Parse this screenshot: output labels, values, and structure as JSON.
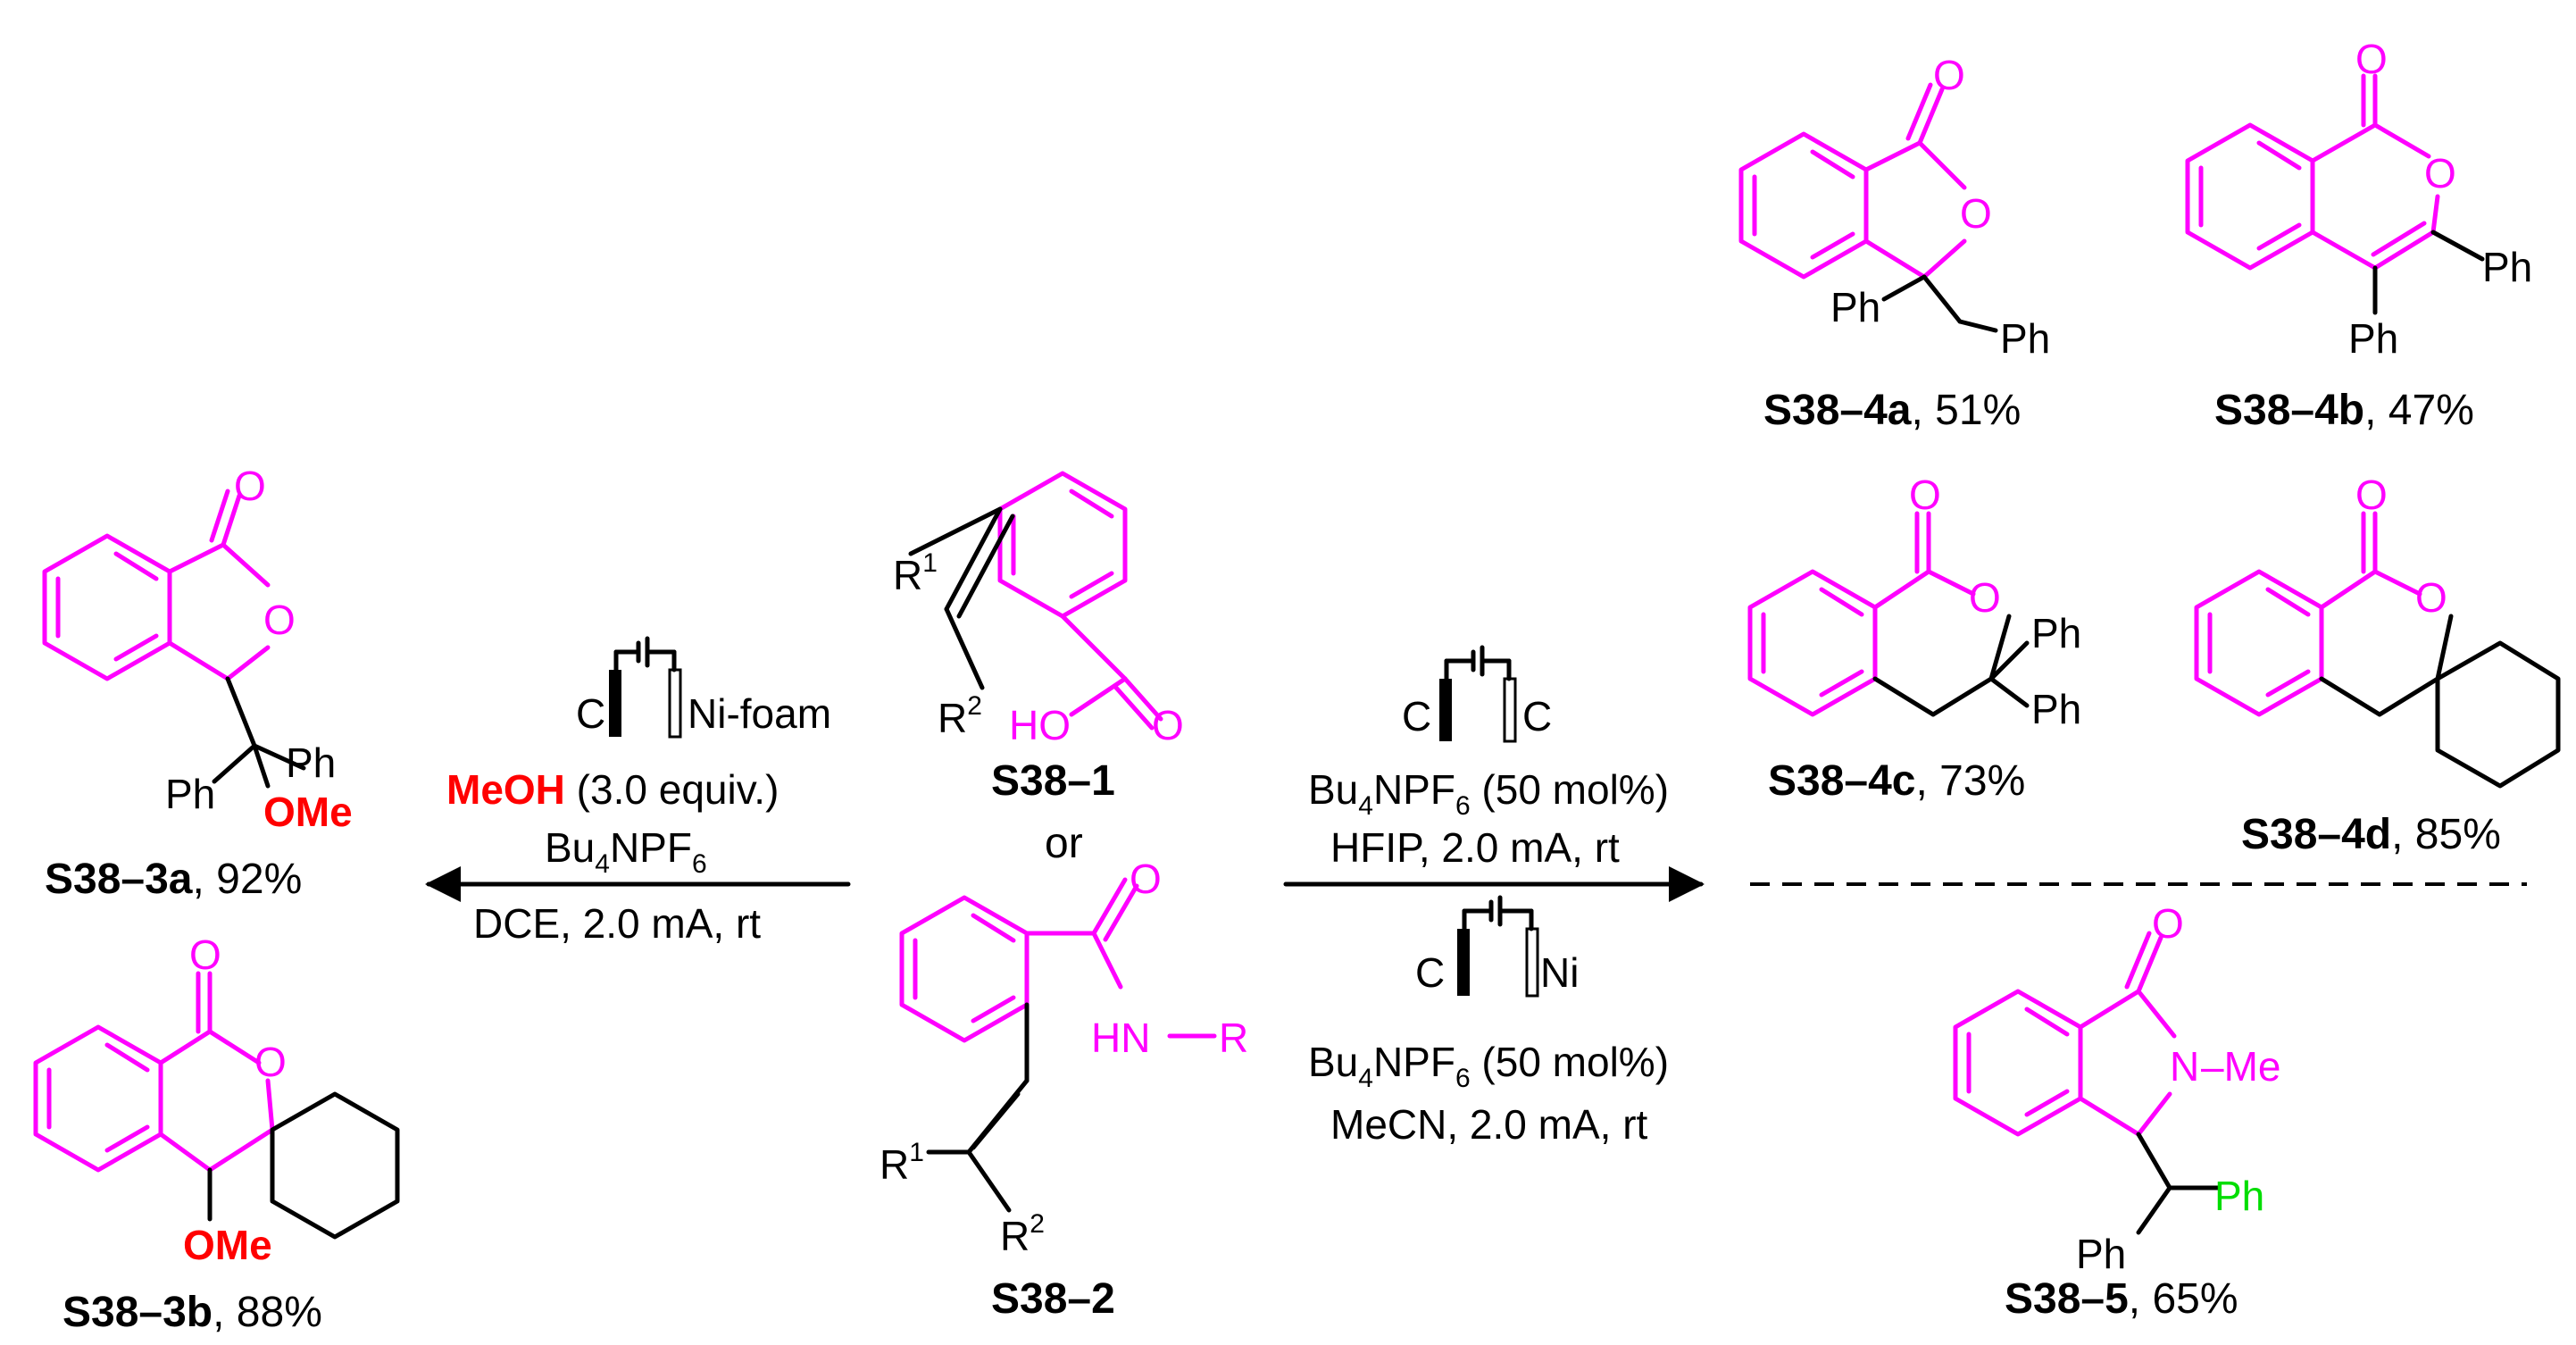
{
  "colors": {
    "highlight": "#ff00ff",
    "methoxy": "#ff0000",
    "phenyl_highlight": "#00dd00",
    "bond": "#000000"
  },
  "compounds": {
    "s38_1": {
      "id": "S38–1",
      "r1": "R",
      "r1_sup": "1",
      "r2": "R",
      "r2_sup": "2",
      "oh": "HO",
      "o": "O"
    },
    "or_label": "or",
    "s38_2": {
      "id": "S38–2",
      "nh": "HN",
      "r": "R",
      "o": "O",
      "r1": "R",
      "r1_sup": "1",
      "r2": "R",
      "r2_sup": "2"
    },
    "s38_3a": {
      "id": "S38–3a",
      "yield": ", 92%",
      "o1": "O",
      "o2": "O",
      "ph1": "Ph",
      "ph2": "Ph",
      "ome": "OMe"
    },
    "s38_3b": {
      "id": "S38–3b",
      "yield": ", 88%",
      "o1": "O",
      "o2": "O",
      "ome": "OMe"
    },
    "s38_4a": {
      "id": "S38–4a",
      "yield": ", 51%",
      "o1": "O",
      "o2": "O",
      "ph1": "Ph",
      "ph2": "Ph"
    },
    "s38_4b": {
      "id": "S38–4b",
      "yield": ", 47%",
      "o1": "O",
      "o2": "O",
      "ph1": "Ph",
      "ph2": "Ph"
    },
    "s38_4c": {
      "id": "S38–4c",
      "yield": ", 73%",
      "o1": "O",
      "o2": "O",
      "ph1": "Ph",
      "ph2": "Ph"
    },
    "s38_4d": {
      "id": "S38–4d",
      "yield": ", 85%",
      "o1": "O",
      "o2": "O"
    },
    "s38_5": {
      "id": "S38–5",
      "yield": ", 65%",
      "o": "O",
      "n": "N",
      "me": "–Me",
      "ph1": "Ph",
      "ph2": "Ph"
    }
  },
  "conditions": {
    "left": {
      "anode": "C",
      "cathode": "Ni-foam",
      "reagent": "MeOH",
      "reagent_amount": " (3.0 equiv.)",
      "electrolyte": "Bu",
      "electrolyte_sub1": "4",
      "electrolyte_mid": "NPF",
      "electrolyte_sub2": "6",
      "line3": "DCE, 2.0 mA, rt"
    },
    "right_top": {
      "anode": "C",
      "cathode": "C",
      "electrolyte": "Bu",
      "electrolyte_sub1": "4",
      "electrolyte_mid": "NPF",
      "electrolyte_sub2": "6",
      "electrolyte_amount": " (50 mol%)",
      "line2": "HFIP, 2.0 mA, rt"
    },
    "right_bottom": {
      "anode": "C",
      "cathode": "Ni",
      "electrolyte": "Bu",
      "electrolyte_sub1": "4",
      "electrolyte_mid": "NPF",
      "electrolyte_sub2": "6",
      "electrolyte_amount": " (50 mol%)",
      "line2": "MeCN, 2.0 mA, rt"
    }
  }
}
